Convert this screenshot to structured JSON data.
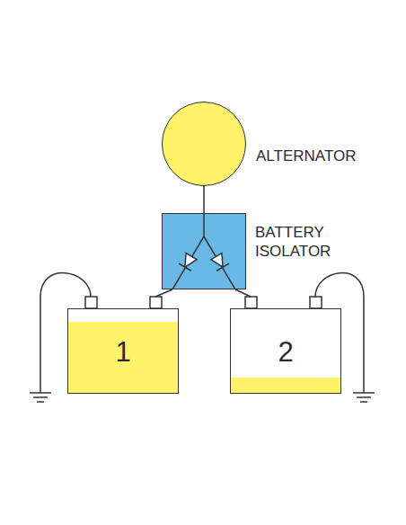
{
  "diagram": {
    "nodes": [
      {
        "text": [
          "ALTERNATOR"
        ]
      },
      {
        "text": [
          "BATTERY ISOLATOR"
        ]
      },
      {
        "text": [
          "1"
        ]
      },
      {
        "text": [
          "2"
        ]
      }
    ],
    "edges": [
      {
        "from": 0,
        "to": 1,
        "arrow": "none"
      },
      {
        "from": 1,
        "to": 2,
        "arrow": "none"
      },
      {
        "from": 1,
        "to": 3,
        "arrow": "none"
      }
    ]
  }
}
